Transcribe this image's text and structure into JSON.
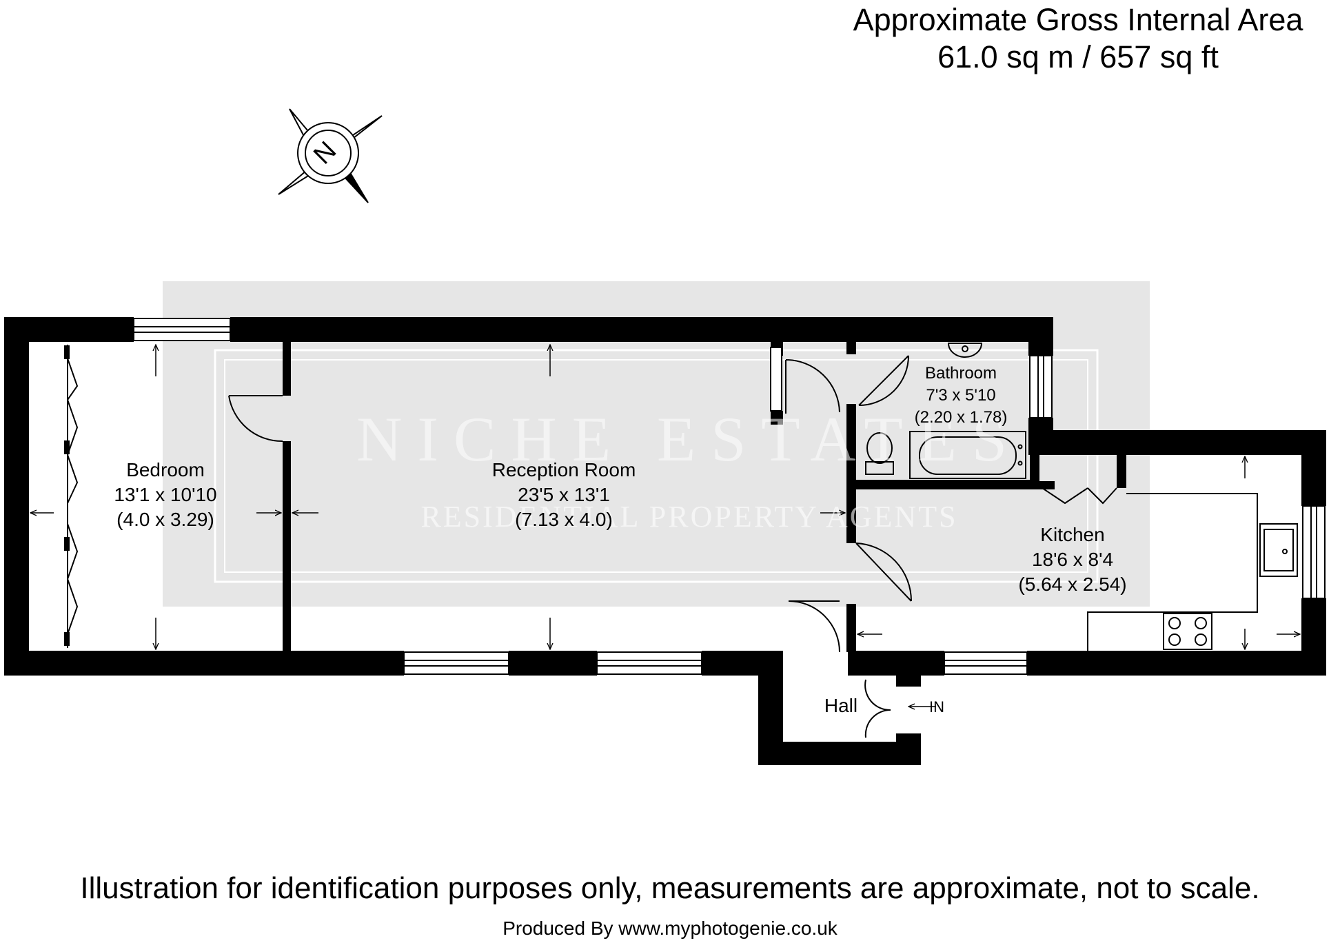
{
  "header": {
    "area_title": "Approximate Gross Internal Area",
    "area_value": "61.0 sq m / 657 sq ft"
  },
  "compass": {
    "letter": "N",
    "icon": "north-compass-icon"
  },
  "watermark": {
    "brand": "NICHE ESTATES",
    "tagline": "RESIDENTIAL PROPERTY AGENTS"
  },
  "rooms": {
    "bedroom": {
      "name": "Bedroom",
      "imperial": "13'1 x 10'10",
      "metric": "(4.0 x 3.29)"
    },
    "reception": {
      "name": "Reception Room",
      "imperial": "23'5 x 13'1",
      "metric": "(7.13 x 4.0)"
    },
    "bathroom": {
      "name": "Bathroom",
      "imperial": "7'3 x 5'10",
      "metric": "(2.20 x 1.78)"
    },
    "kitchen": {
      "name": "Kitchen",
      "imperial": "18'6 x 8'4",
      "metric": "(5.64 x 2.54)"
    },
    "hall": {
      "name": "Hall"
    }
  },
  "entrance": {
    "label": "IN"
  },
  "footer": {
    "disclaimer": "Illustration for identification purposes only, measurements are approximate, not to scale.",
    "credit": "Produced By www.myphotogenie.co.uk"
  },
  "colors": {
    "wall": "#000000",
    "watermark_panel": "#e6e6e6",
    "background": "#ffffff"
  }
}
